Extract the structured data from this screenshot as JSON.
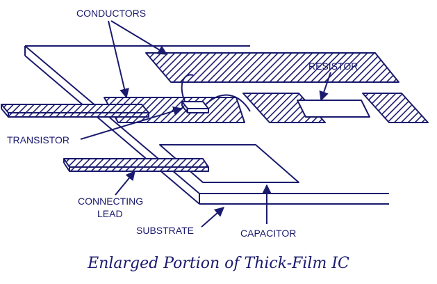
{
  "labels": {
    "conductors": "CONDUCTORS",
    "resistor": "RESISTOR",
    "transistor": "TRANSISTOR",
    "connecting_lead_line1": "CONNECTING",
    "connecting_lead_line2": "LEAD",
    "substrate": "SUBSTRATE",
    "capacitor": "CAPACITOR"
  },
  "caption": "Enlarged Portion of Thick-Film IC",
  "colors": {
    "ink": "#1a1a6e",
    "background": "#ffffff"
  }
}
